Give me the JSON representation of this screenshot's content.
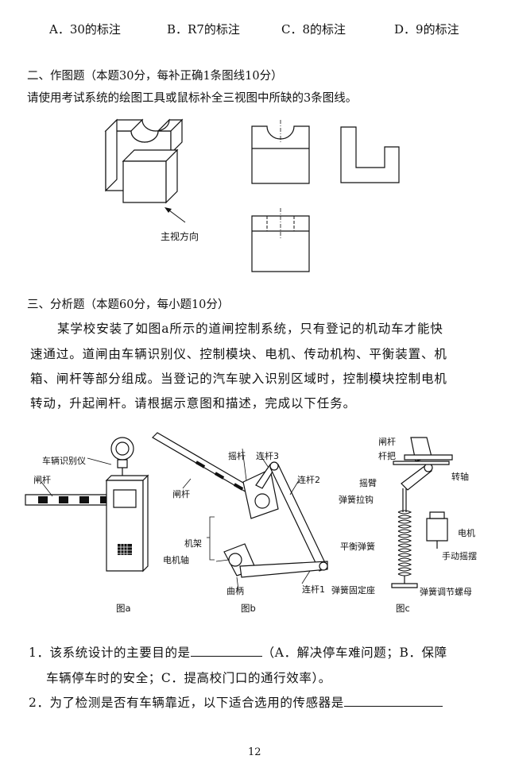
{
  "options": {
    "a": "A．30的标注",
    "b": "B．R7的标注",
    "c": "C．8的标注",
    "d": "D．9的标注"
  },
  "section2": {
    "heading": "二、作图题（本题30分，每补正确1条图线10分）",
    "instruction": "请使用考试系统的绘图工具或鼠标补全三视图中所缺的3条图线。",
    "view_direction_label": "主视方向"
  },
  "section3": {
    "heading": "三、分析题（本题60分，每小题10分）",
    "paragraph_lines": [
      "某学校安装了如图a所示的道闸控制系统，只有登记的机动车才能快",
      "速通过。道闸由车辆识别仪、控制模块、电机、传动机构、平衡装置、机",
      "箱、闸杆等部分组成。当登记的汽车驶入识别区域时，控制模块控制电机",
      "转动，升起闸杆。请根据示意图和描述，完成以下任务。"
    ]
  },
  "figures": {
    "a": {
      "caption": "图a",
      "labels": {
        "recognizer": "车辆识别仪",
        "gate_bar": "闸杆"
      }
    },
    "b": {
      "caption": "图b",
      "labels": {
        "rocker": "摇杆",
        "link3": "连杆3",
        "link2": "连杆2",
        "gate_bar": "闸杆",
        "frame": "机架",
        "motor_shaft": "电机轴",
        "crank": "曲柄",
        "link1": "连杆1"
      }
    },
    "c": {
      "caption": "图c",
      "labels": {
        "gate_bar": "闸杆",
        "bar_handle": "杆把",
        "swing_arm": "摇臂",
        "shaft": "转轴",
        "spring_hook": "弹簧拉钩",
        "motor": "电机",
        "balance_spring": "平衡弹簧",
        "hand_crank": "手动摇摆",
        "spring_seat": "弹簧固定座",
        "spring_nut": "弹簧调节螺母"
      }
    }
  },
  "questions": {
    "q1_prefix": "1．该系统设计的主要目的是",
    "q1_suffix": "（A．解决停车难问题；B．保障",
    "q1_line2": "车辆停车时的安全；C．提高校门口的通行效率）。",
    "q2_prefix": "2．为了检测是否有车辆靠近，以下适合选用的传感器是"
  },
  "page_number": "12"
}
